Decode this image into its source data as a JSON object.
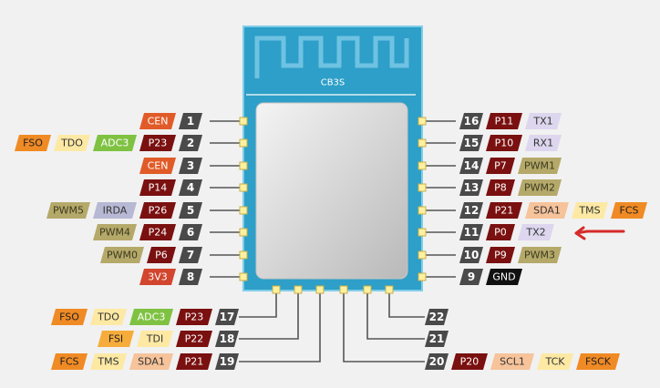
{
  "module": {
    "name": "CB3S"
  },
  "colors": {
    "pin_number": "#4a4a4a",
    "gpio": "#7a1010",
    "cen": "#e15b28",
    "power": "#d2452e",
    "gnd": "#111111",
    "uart": "#ddd6ee",
    "pwm": "#b5a96a",
    "irda": "#b7b8d4",
    "adc": "#7fc242",
    "fso": "#f08a24",
    "jtag": "#fde9a4",
    "i2c": "#f6c39a",
    "fsi": "#f6ac3a",
    "arrow": "#d62a2a",
    "board": "#2d9fc8",
    "shield": "#d6d6d6"
  },
  "left_pins": [
    {
      "num": "1",
      "labels": [
        "CEN"
      ],
      "types": [
        "cen"
      ]
    },
    {
      "num": "2",
      "labels": [
        "P23",
        "ADC3",
        "TDO",
        "FSO"
      ],
      "types": [
        "gpio",
        "adc",
        "jtag",
        "fso"
      ]
    },
    {
      "num": "3",
      "labels": [
        "CEN"
      ],
      "types": [
        "cen"
      ]
    },
    {
      "num": "4",
      "labels": [
        "P14"
      ],
      "types": [
        "gpio"
      ]
    },
    {
      "num": "5",
      "labels": [
        "P26",
        "IRDA",
        "PWM5"
      ],
      "types": [
        "gpio",
        "irda",
        "pwm"
      ]
    },
    {
      "num": "6",
      "labels": [
        "P24",
        "PWM4"
      ],
      "types": [
        "gpio",
        "pwm"
      ]
    },
    {
      "num": "7",
      "labels": [
        "P6",
        "PWM0"
      ],
      "types": [
        "gpio",
        "pwm"
      ]
    },
    {
      "num": "8",
      "labels": [
        "3V3"
      ],
      "types": [
        "power"
      ]
    }
  ],
  "right_pins": [
    {
      "num": "16",
      "labels": [
        "P11",
        "TX1"
      ],
      "types": [
        "gpio",
        "uart"
      ]
    },
    {
      "num": "15",
      "labels": [
        "P10",
        "RX1"
      ],
      "types": [
        "gpio",
        "uart"
      ]
    },
    {
      "num": "14",
      "labels": [
        "P7",
        "PWM1"
      ],
      "types": [
        "gpio",
        "pwm"
      ]
    },
    {
      "num": "13",
      "labels": [
        "P8",
        "PWM2"
      ],
      "types": [
        "gpio",
        "pwm"
      ]
    },
    {
      "num": "12",
      "labels": [
        "P21",
        "SDA1",
        "TMS",
        "FCS"
      ],
      "types": [
        "gpio",
        "i2c",
        "jtag",
        "fso"
      ]
    },
    {
      "num": "11",
      "labels": [
        "P0",
        "TX2"
      ],
      "types": [
        "gpio",
        "uart"
      ]
    },
    {
      "num": "10",
      "labels": [
        "P9",
        "PWM3"
      ],
      "types": [
        "gpio",
        "pwm"
      ]
    },
    {
      "num": "9",
      "labels": [
        "GND"
      ],
      "types": [
        "gnd"
      ]
    }
  ],
  "bottom_left_pins": [
    {
      "num": "17",
      "labels": [
        "P23",
        "ADC3",
        "TDO",
        "FSO"
      ],
      "types": [
        "gpio",
        "adc",
        "jtag",
        "fso"
      ]
    },
    {
      "num": "18",
      "labels": [
        "P22",
        "TDI",
        "FSI"
      ],
      "types": [
        "gpio",
        "jtag",
        "fsi"
      ]
    },
    {
      "num": "19",
      "labels": [
        "P21",
        "SDA1",
        "TMS",
        "FCS"
      ],
      "types": [
        "gpio",
        "i2c",
        "jtag",
        "fso"
      ]
    }
  ],
  "bottom_right_pins": [
    {
      "num": "22",
      "labels": [],
      "types": []
    },
    {
      "num": "21",
      "labels": [],
      "types": []
    },
    {
      "num": "20",
      "labels": [
        "P20",
        "SCL1",
        "TCK",
        "FSCK"
      ],
      "types": [
        "gpio",
        "i2c",
        "jtag",
        "fso"
      ]
    }
  ],
  "highlighted_pin": "11"
}
